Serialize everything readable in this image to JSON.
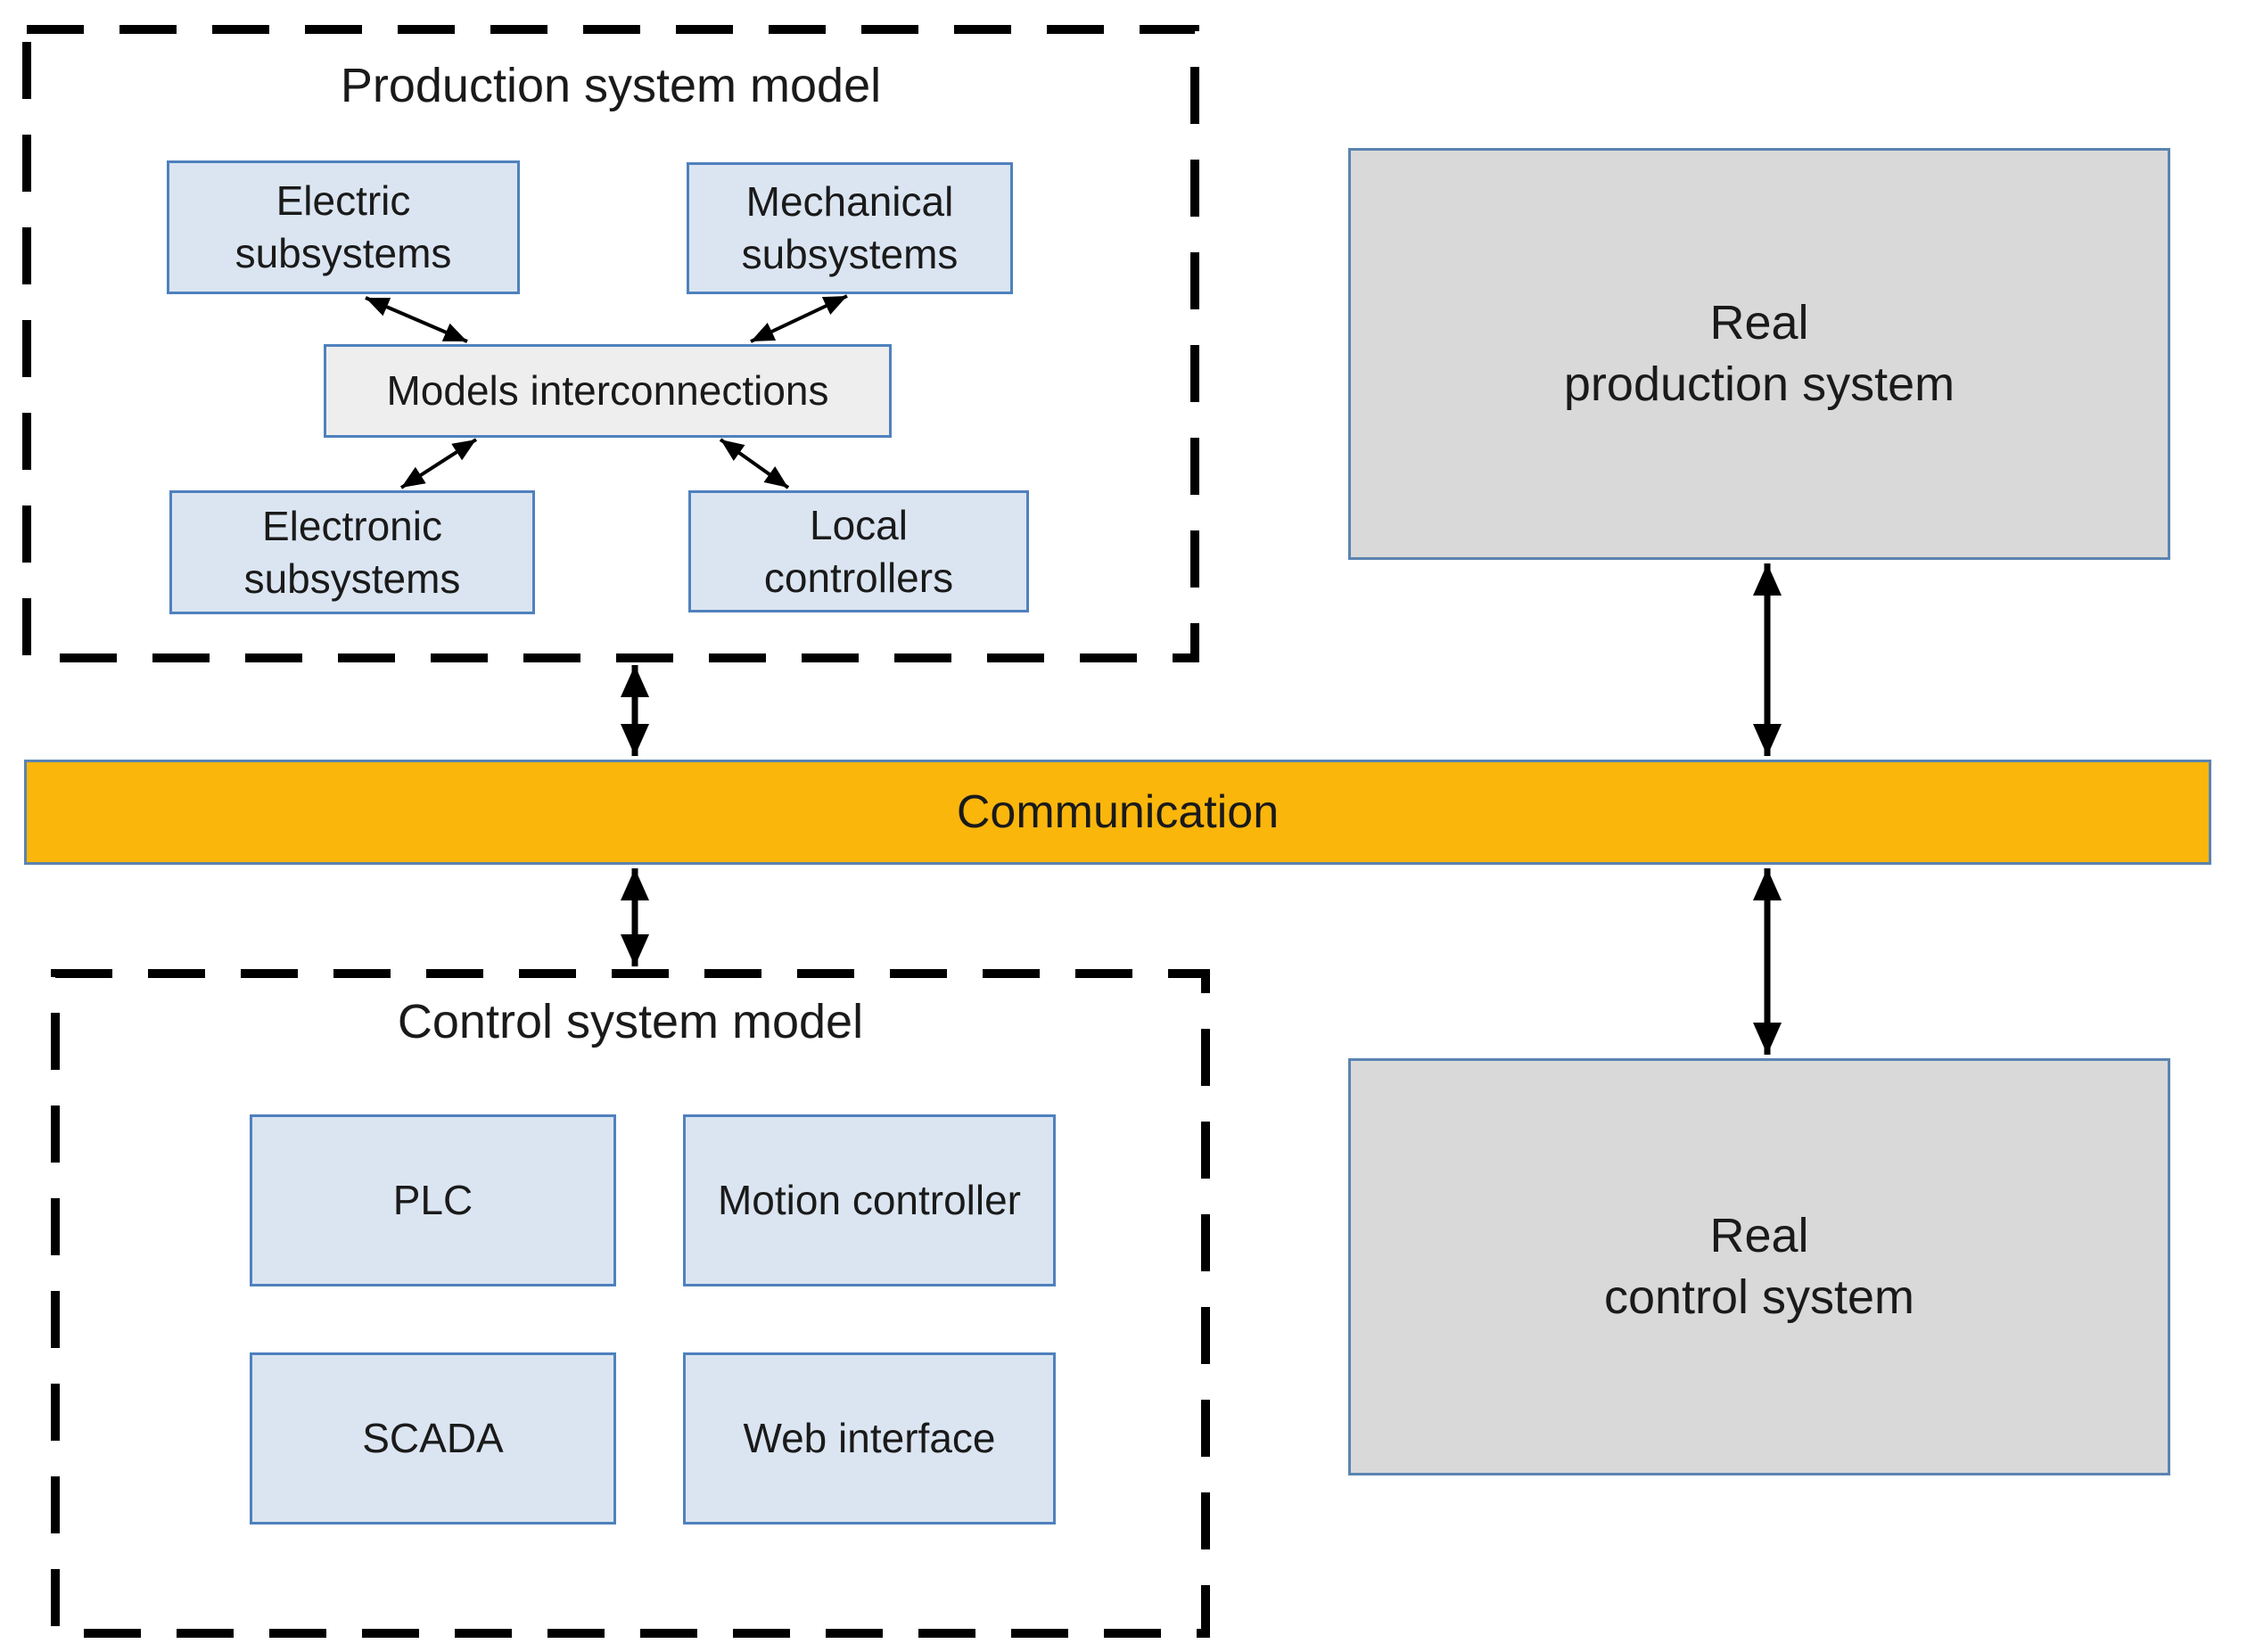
{
  "production_model": {
    "title": "Production system model",
    "boxes": {
      "electric": "Electric\nsubsystems",
      "mechanical": "Mechanical\nsubsystems",
      "interconnections": "Models interconnections",
      "electronic": "Electronic\nsubsystems",
      "local_controllers": "Local\ncontrollers"
    }
  },
  "communication": {
    "label": "Communication"
  },
  "control_model": {
    "title": "Control system model",
    "boxes": {
      "plc": "PLC",
      "motion_controller": "Motion controller",
      "scada": "SCADA",
      "web_interface": "Web interface"
    }
  },
  "real_systems": {
    "production": "Real\nproduction system",
    "control": "Real\ncontrol system"
  },
  "colors": {
    "box_border_blue": "#4f81bd",
    "box_fill_blue": "#dbe5f1",
    "interconnections_fill": "#eeeeee",
    "real_system_fill": "#d9d9d9",
    "real_system_border": "#5b84b1",
    "communication_fill": "#fbb60c",
    "dashed_outline": "#000000",
    "arrow": "#000000",
    "text": "#1a1a1a"
  }
}
